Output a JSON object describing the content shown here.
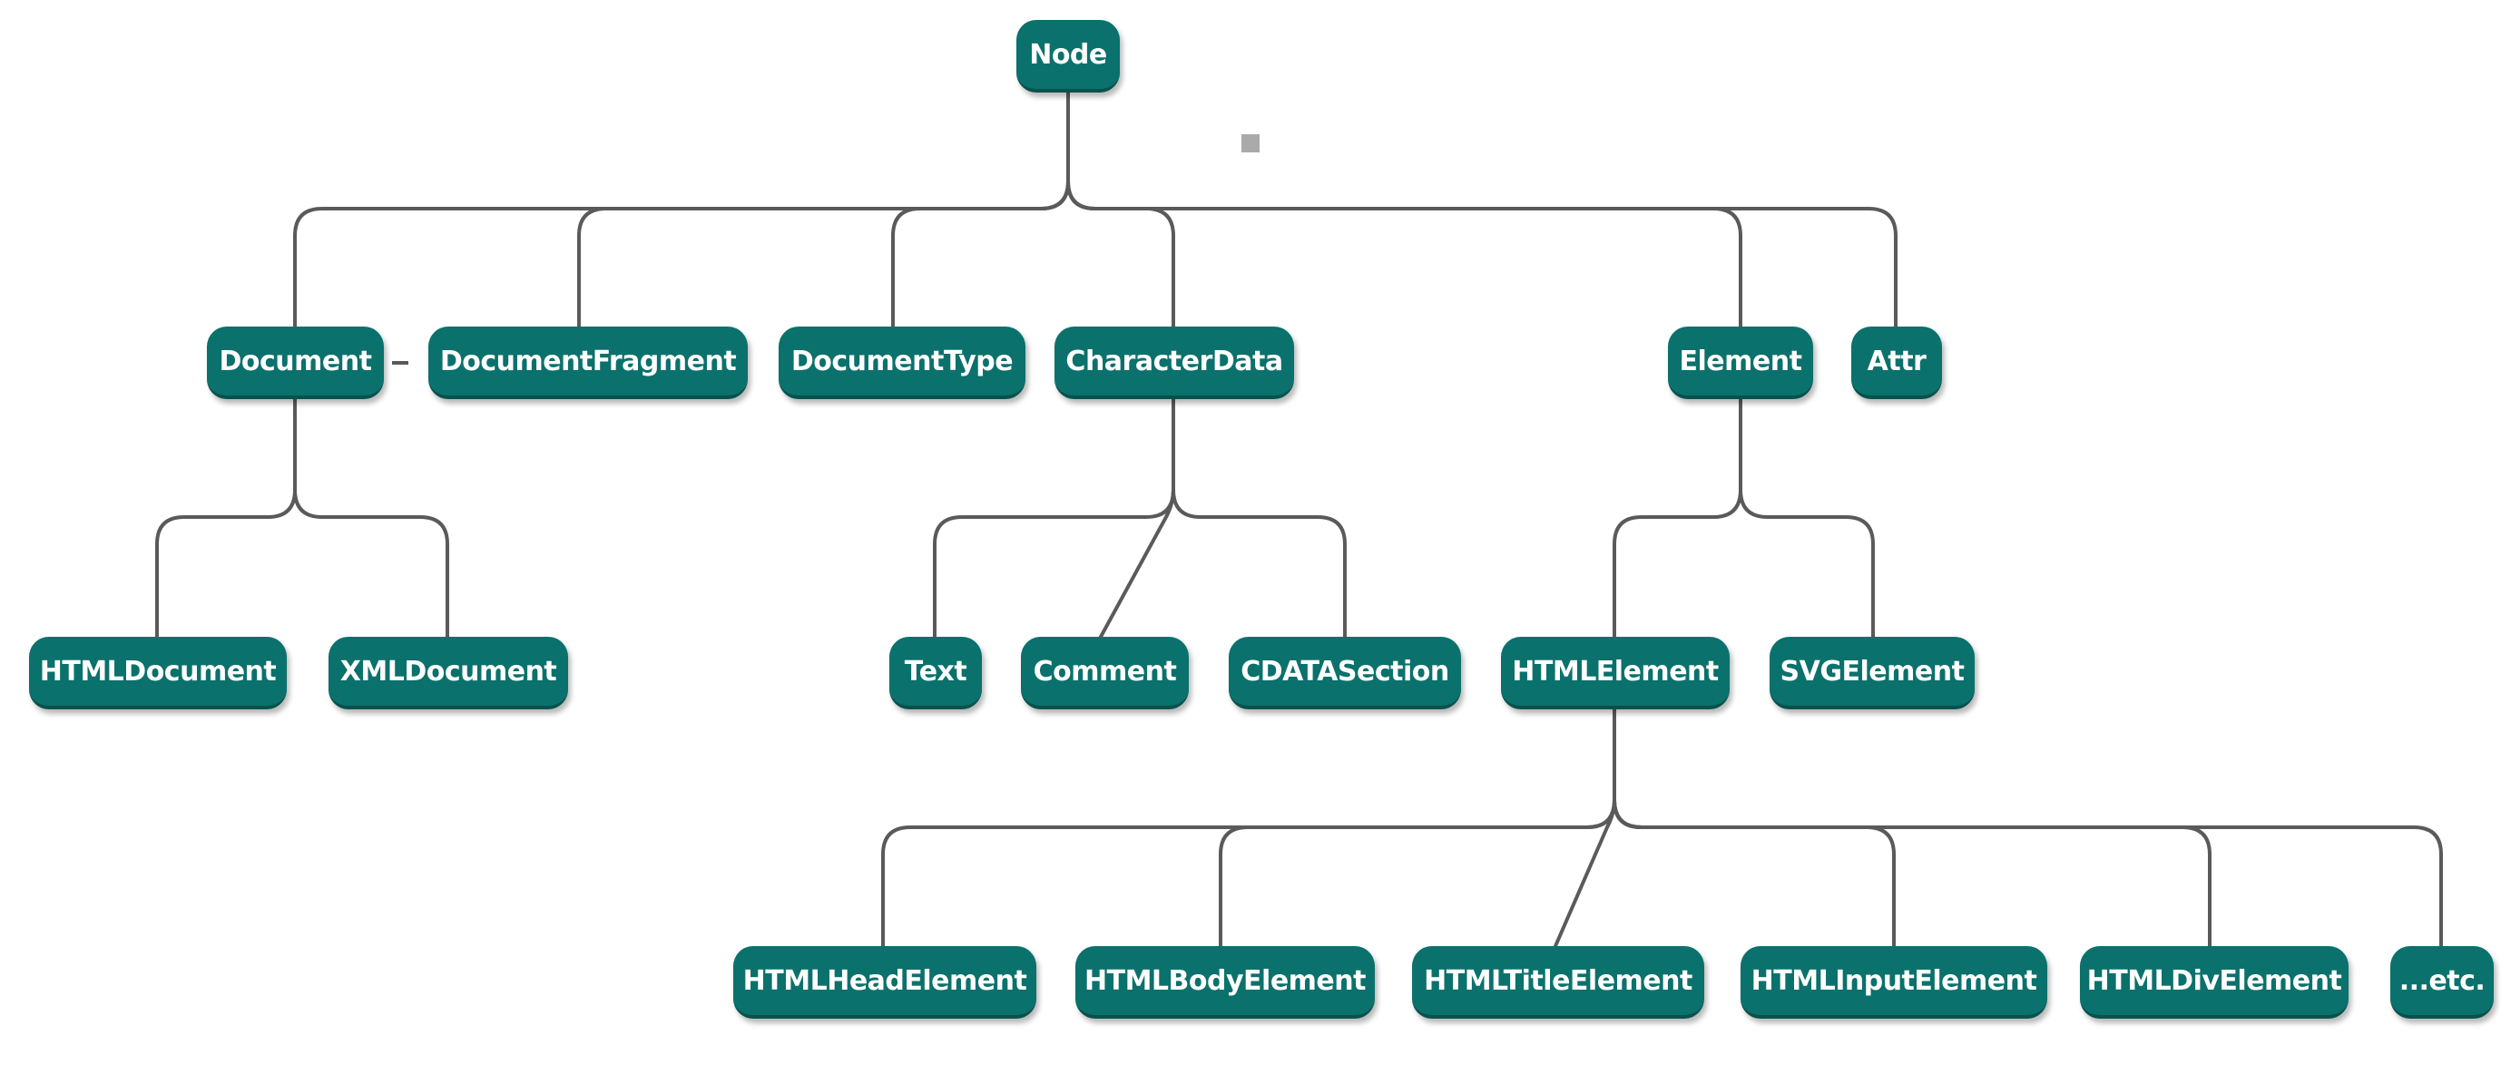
{
  "diagram": {
    "nodes": {
      "node": "Node",
      "document": "Document",
      "document_fragment": "DocumentFragment",
      "document_type": "DocumentType",
      "character_data": "CharacterData",
      "element": "Element",
      "attr": "Attr",
      "html_document": "HTMLDocument",
      "xml_document": "XMLDocument",
      "text": "Text",
      "comment": "Comment",
      "cdata_section": "CDATASection",
      "html_element": "HTMLElement",
      "svg_element": "SVGElement",
      "html_head_element": "HTMLHeadElement",
      "html_body_element": "HTMLBodyElement",
      "html_title_element": "HTMLTitleElement",
      "html_input_element": "HTMLInputElement",
      "html_div_element": "HTMLDivElement",
      "etc": "...etc."
    },
    "edges": [
      [
        "node",
        "document"
      ],
      [
        "node",
        "document_fragment"
      ],
      [
        "node",
        "document_type"
      ],
      [
        "node",
        "character_data"
      ],
      [
        "node",
        "element"
      ],
      [
        "node",
        "attr"
      ],
      [
        "document",
        "html_document"
      ],
      [
        "document",
        "xml_document"
      ],
      [
        "character_data",
        "text"
      ],
      [
        "character_data",
        "comment"
      ],
      [
        "character_data",
        "cdata_section"
      ],
      [
        "element",
        "html_element"
      ],
      [
        "element",
        "svg_element"
      ],
      [
        "html_element",
        "html_head_element"
      ],
      [
        "html_element",
        "html_body_element"
      ],
      [
        "html_element",
        "html_title_element"
      ],
      [
        "html_element",
        "html_input_element"
      ],
      [
        "html_element",
        "html_div_element"
      ],
      [
        "html_element",
        "etc"
      ]
    ],
    "colors": {
      "node_fill": "#0b716c",
      "node_text": "#ffffff",
      "edge": "#5a5a5a",
      "background": "#ffffff"
    }
  }
}
